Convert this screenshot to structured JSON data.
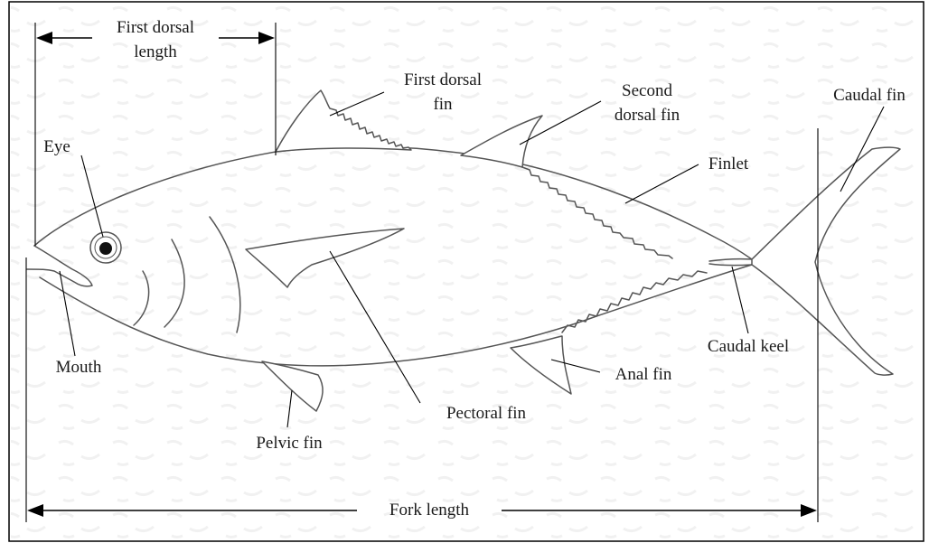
{
  "labels": {
    "first_dorsal_length_line1": "First dorsal",
    "first_dorsal_length_line2": "length",
    "first_dorsal_fin_line1": "First dorsal",
    "first_dorsal_fin_line2": "fin",
    "second_dorsal_fin_line1": "Second",
    "second_dorsal_fin_line2": "dorsal fin",
    "caudal_fin": "Caudal fin",
    "eye": "Eye",
    "finlet": "Finlet",
    "mouth": "Mouth",
    "caudal_keel": "Caudal keel",
    "anal_fin": "Anal fin",
    "pectoral_fin": "Pectoral fin",
    "pelvic_fin": "Pelvic fin",
    "fork_length": "Fork length"
  }
}
